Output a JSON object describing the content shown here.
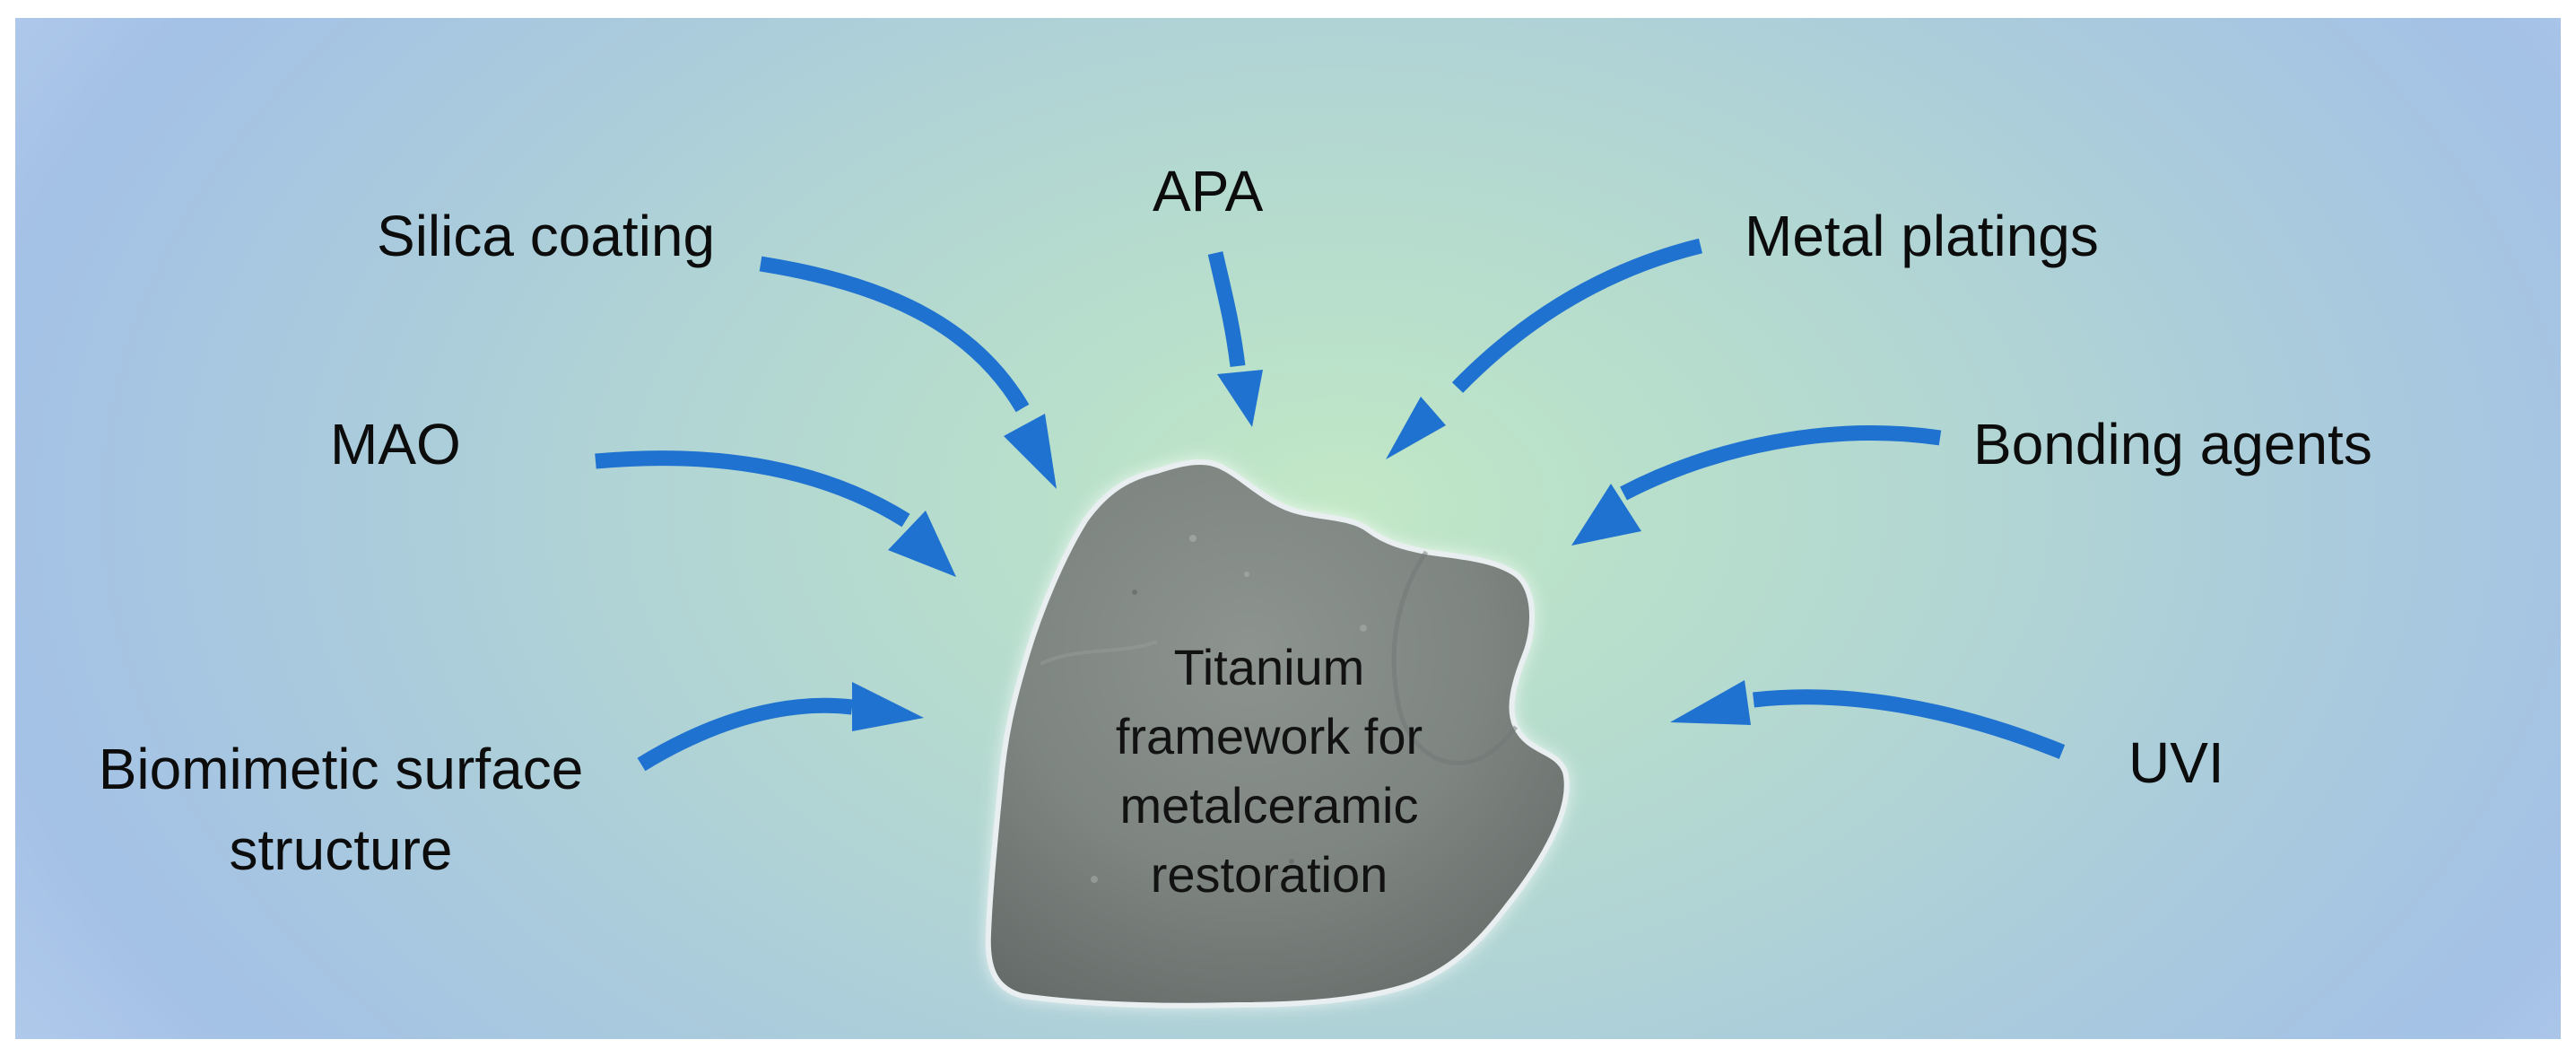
{
  "labels": {
    "silica_coating": "Silica coating",
    "apa": "APA",
    "metal_platings": "Metal platings",
    "mao": "MAO",
    "bonding_agents": "Bonding agents",
    "biomimetic": "Biomimetic surface\nstructure",
    "uvi": "UVI"
  },
  "center": {
    "text": "Titanium\nframework for\nmetalceramic\nrestoration"
  },
  "colors": {
    "arrow": "#1f72d0",
    "stone": "#7d8480"
  }
}
